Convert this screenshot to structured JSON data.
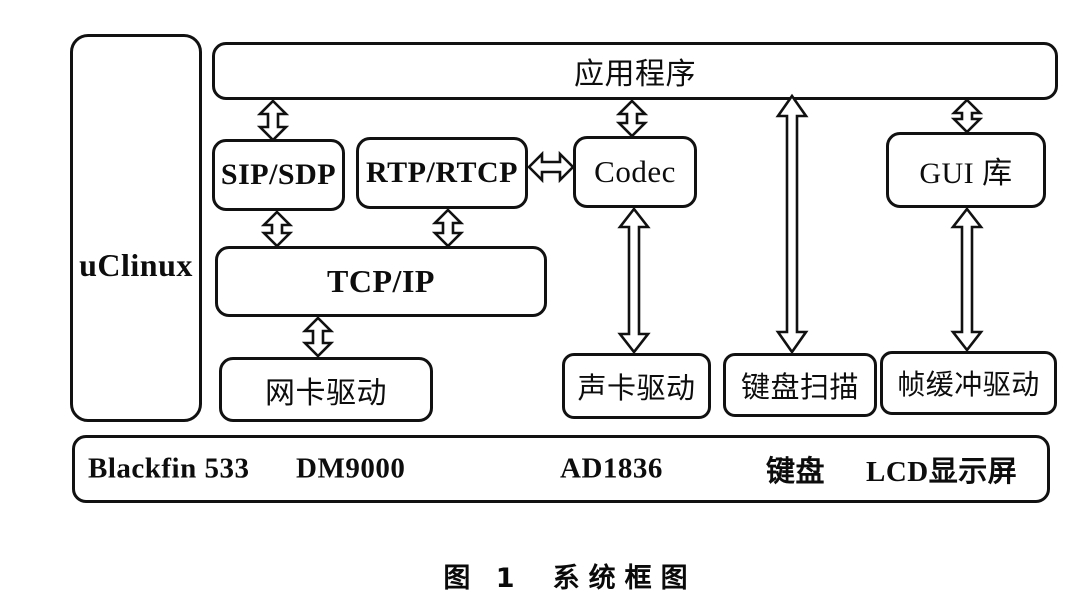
{
  "figure": {
    "caption_prefix": "图 1",
    "caption_title": "系统框图"
  },
  "blocks": {
    "os": "uClinux",
    "application": "应用程序",
    "sip_sdp": "SIP/SDP",
    "rtp_rtcp": "RTP/RTCP",
    "codec": "Codec",
    "gui": "GUI 库",
    "tcp_ip": "TCP/IP",
    "nic_driver": "网卡驱动",
    "sound_driver": "声卡驱动",
    "keyboard_scan": "键盘扫描",
    "framebuffer_driver": "帧缓冲驱动"
  },
  "hardware": {
    "cpu": "Blackfin 533",
    "nic": "DM9000",
    "audio_codec": "AD1836",
    "keyboard": "键盘",
    "lcd": "LCD显示屏"
  },
  "connections": [
    {
      "from": "应用程序",
      "to": "SIP/SDP",
      "style": "double-arrow"
    },
    {
      "from": "应用程序",
      "to": "Codec",
      "style": "double-arrow"
    },
    {
      "from": "应用程序",
      "to": "键盘扫描",
      "style": "double-arrow"
    },
    {
      "from": "应用程序",
      "to": "GUI 库",
      "style": "double-arrow"
    },
    {
      "from": "SIP/SDP",
      "to": "TCP/IP",
      "style": "double-arrow"
    },
    {
      "from": "RTP/RTCP",
      "to": "TCP/IP",
      "style": "double-arrow"
    },
    {
      "from": "RTP/RTCP",
      "to": "Codec",
      "style": "double-arrow"
    },
    {
      "from": "Codec",
      "to": "声卡驱动",
      "style": "double-arrow"
    },
    {
      "from": "TCP/IP",
      "to": "网卡驱动",
      "style": "double-arrow"
    },
    {
      "from": "GUI 库",
      "to": "帧缓冲驱动",
      "style": "double-arrow"
    }
  ],
  "colors": {
    "line": "#111111",
    "background": "#ffffff",
    "text": "#0d0d0d"
  }
}
